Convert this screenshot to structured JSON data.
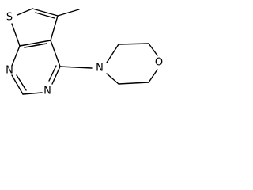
{
  "molecule": {
    "atoms": {
      "sulfur": "S",
      "n_pyrimidine_1": "N",
      "n_pyrimidine_3": "N",
      "n_morpholine": "N",
      "o_morpholine": "O"
    }
  },
  "colors": {
    "bond": "#000000",
    "label": "#000000",
    "background": "#ffffff"
  }
}
